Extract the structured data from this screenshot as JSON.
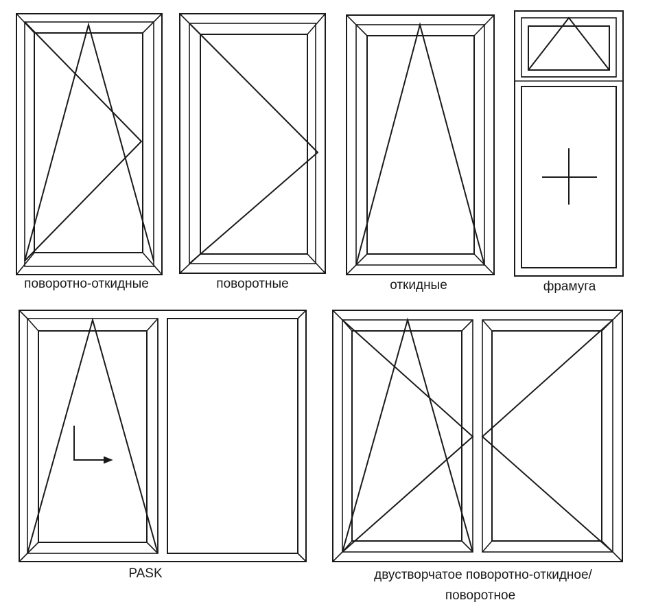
{
  "captions": {
    "tilt_turn": "поворотно-откидные",
    "turn": "поворотные",
    "tilt": "откидные",
    "transom": "фрамуга",
    "pask": "PASK",
    "double_line1": "двустворчатое поворотно-откидное/",
    "double_line2": "поворотное"
  },
  "colors": {
    "line": "#1a1a1a",
    "background": "#ffffff"
  }
}
